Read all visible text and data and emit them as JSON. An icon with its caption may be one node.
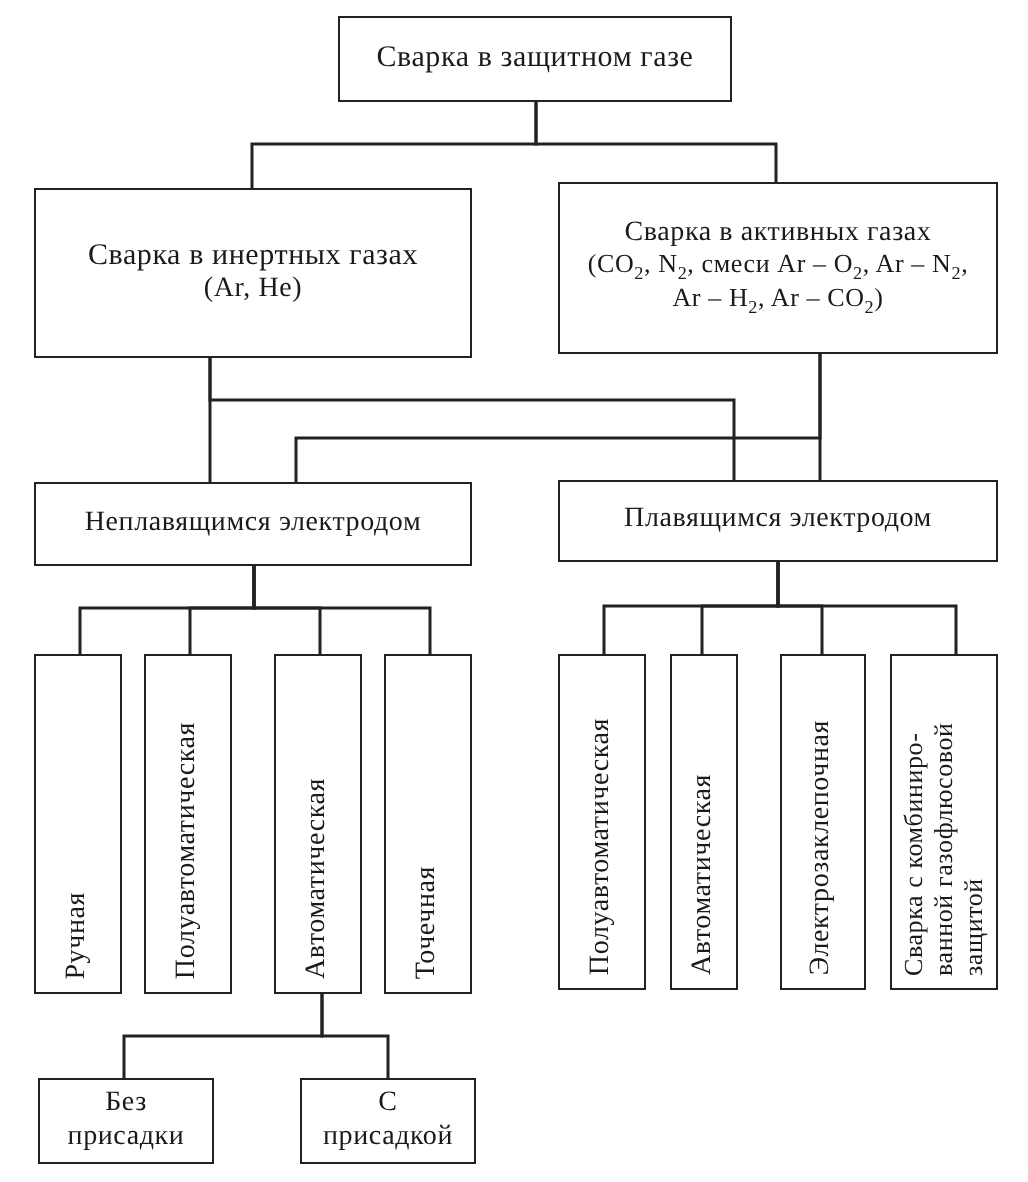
{
  "diagram": {
    "nodes": [
      {
        "text": [
          "Сварка в защитном газе"
        ]
      },
      {
        "text": [
          "Сварка в инертных газах",
          "(Ar, He)"
        ]
      },
      {
        "text": [
          "Сварка в активных газах",
          "(CO$_{2}$, N$_{2}$, смеси Ar – O$_{2}$, Ar – N$_{2}$, Ar – H$_{2}$, Ar – CO$_{2}$)"
        ]
      },
      {
        "text": [
          "Неплавящимся электродом"
        ]
      },
      {
        "text": [
          "Плавящимся электродом"
        ]
      },
      {
        "text": [
          "Ручная"
        ]
      },
      {
        "text": [
          "Полуавтоматическая"
        ]
      },
      {
        "text": [
          "Автоматическая"
        ]
      },
      {
        "text": [
          "Точечная"
        ]
      },
      {
        "text": [
          "Полуавтоматическая"
        ]
      },
      {
        "text": [
          "Автоматическая"
        ]
      },
      {
        "text": [
          "Электрозаклепочная"
        ]
      },
      {
        "text": [
          "Сварка с комбиниро-ванной газофлюсовой защитой"
        ]
      },
      {
        "text": [
          "Без присадки"
        ]
      },
      {
        "text": [
          "С присадкой"
        ]
      }
    ],
    "edges": [
      {
        "from": 0,
        "to": 1,
        "arrow": "none"
      },
      {
        "from": 0,
        "to": 2,
        "arrow": "none"
      },
      {
        "from": 1,
        "to": 3,
        "arrow": "none"
      },
      {
        "from": 1,
        "to": 4,
        "arrow": "none"
      },
      {
        "from": 2,
        "to": 3,
        "arrow": "none"
      },
      {
        "from": 2,
        "to": 4,
        "arrow": "none"
      },
      {
        "from": 3,
        "to": 5,
        "arrow": "none"
      },
      {
        "from": 3,
        "to": 6,
        "arrow": "none"
      },
      {
        "from": 3,
        "to": 7,
        "arrow": "none"
      },
      {
        "from": 3,
        "to": 8,
        "arrow": "none"
      },
      {
        "from": 4,
        "to": 9,
        "arrow": "none"
      },
      {
        "from": 4,
        "to": 10,
        "arrow": "none"
      },
      {
        "from": 4,
        "to": 11,
        "arrow": "none"
      },
      {
        "from": 4,
        "to": 12,
        "arrow": "none"
      },
      {
        "from": 7,
        "to": 13,
        "arrow": "none"
      },
      {
        "from": 7,
        "to": 14,
        "arrow": "none"
      }
    ]
  }
}
